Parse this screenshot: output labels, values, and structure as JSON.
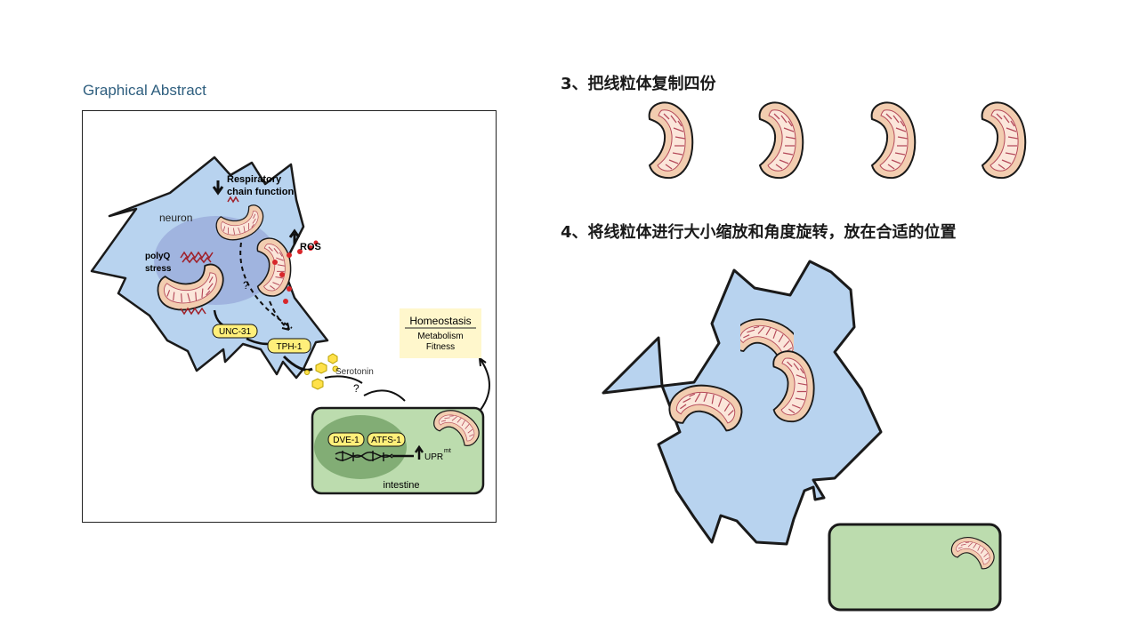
{
  "graphical_abstract": {
    "title": "Graphical Abstract",
    "labels": {
      "respiratory_line1": "Respiratory",
      "respiratory_line2": "chain function",
      "neuron": "neuron",
      "ros": "ROS",
      "polyq_line1": "polyQ",
      "polyq_line2": "stress",
      "question1": "?",
      "unc31": "UNC-31",
      "tph1": "TPH-1",
      "serotonin": "Serotonin",
      "question2": "?",
      "homeostasis": "Homeostasis",
      "metabolism": "Metabolism",
      "fitness": "Fitness",
      "dve1": "DVE-1",
      "atfs1": "ATFS-1",
      "upr": "UPR",
      "upr_sup": "mt",
      "intestine": "intestine"
    }
  },
  "steps": {
    "step3": "3、把线粒体复制四份",
    "step4": "4、将线粒体进行大小缩放和角度旋转，放在合适的位置"
  },
  "colors": {
    "neuron_fill": "#b8d3ef",
    "intestine_fill": "#bcdcae",
    "mito_fill": "#f2cdb0",
    "mito_inner": "#fbe6da",
    "nucleus": "#96a6d8",
    "yellow_label": "#ffef7a",
    "ros_red": "#d8262a",
    "homeostasis_box": "#fff7cc"
  }
}
